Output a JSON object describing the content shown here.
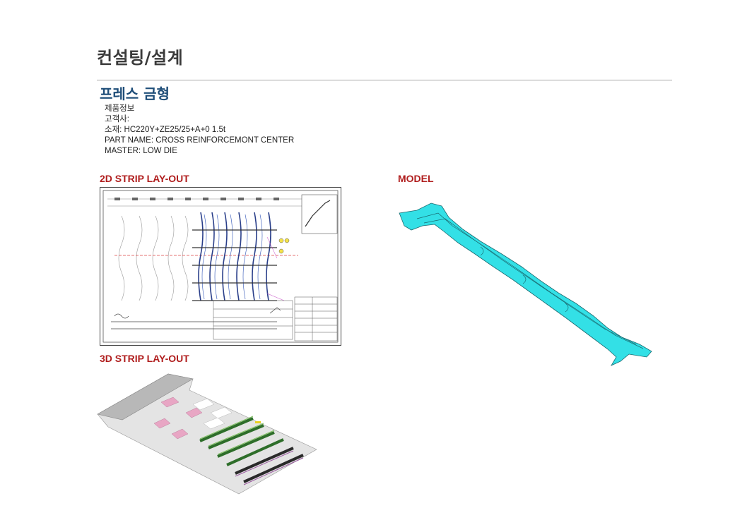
{
  "page_title": "컨설팅/설계",
  "section_title": "프레스 금형",
  "product_info": {
    "heading": "제품정보",
    "customer": "고객사:",
    "material": "소재: HC220Y+ZE25/25+A+0 1.5t",
    "part_name": "PART  NAME: CROSS REINFORCEMONT CENTER",
    "master": "MASTER: LOW DIE"
  },
  "labels": {
    "strip_2d": "2D STRIP LAY-OUT",
    "model": "MODEL",
    "strip_3d": "3D STRIP LAY-OUT"
  },
  "colors": {
    "title": "#3a3a3a",
    "section": "#1f4e79",
    "label": "#b01e1e",
    "model": "#33e0e6"
  }
}
